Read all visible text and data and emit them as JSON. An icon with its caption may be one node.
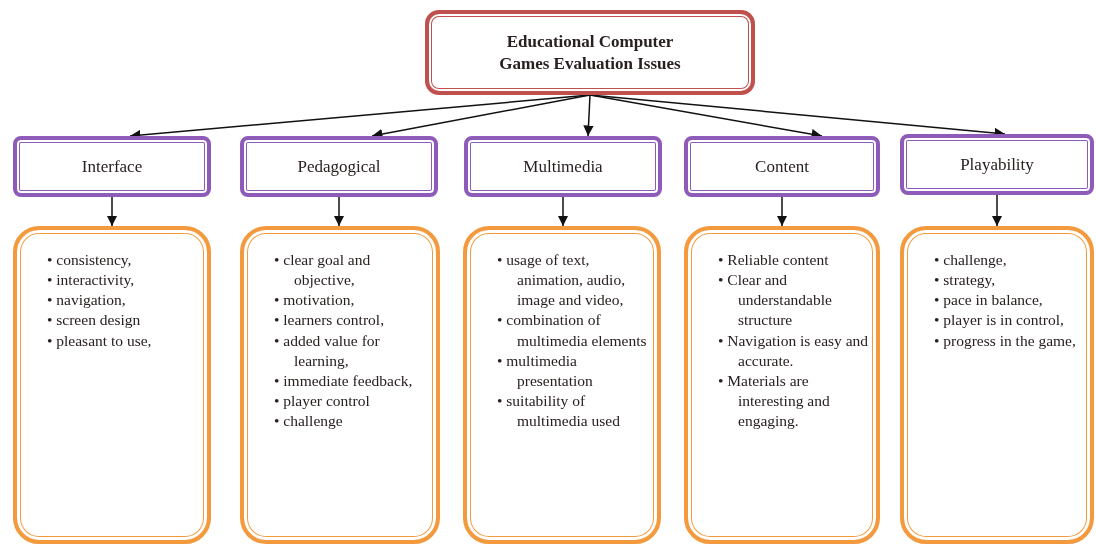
{
  "diagram": {
    "nodes": [
      {
        "text": [
          "Educational Computer Games Evaluation Issues"
        ]
      },
      {
        "text": [
          "Interface"
        ]
      },
      {
        "text": [
          "Pedagogical"
        ]
      },
      {
        "text": [
          "Multimedia"
        ]
      },
      {
        "text": [
          "Content"
        ]
      },
      {
        "text": [
          "Playability"
        ]
      },
      {
        "text": [
          "• consistency,",
          "• interactivity,",
          "• navigation,",
          "• screen design",
          "• pleasant to use,"
        ]
      },
      {
        "text": [
          "• clear goal and objective,",
          "• motivation,",
          "• learners control,",
          "• added value for learning,",
          "• immediate feedback,",
          "• player control",
          "• challenge"
        ]
      },
      {
        "text": [
          "• usage of text, animation, audio, image and video,",
          "• combination of multimedia elements",
          "• multimedia presentation",
          "• suitability of multimedia used"
        ]
      },
      {
        "text": [
          "• Reliable content",
          "• Clear and understandable structure",
          "• Navigation is easy and accurate.",
          "• Materials are interesting and engaging."
        ]
      },
      {
        "text": [
          "• challenge,",
          "• strategy,",
          "• pace in balance,",
          "• player is in control,",
          "• progress in the game,"
        ]
      }
    ],
    "edges": [
      {
        "from": 0,
        "to": 1,
        "arrow": "to"
      },
      {
        "from": 0,
        "to": 2,
        "arrow": "to"
      },
      {
        "from": 0,
        "to": 3,
        "arrow": "to"
      },
      {
        "from": 0,
        "to": 4,
        "arrow": "to"
      },
      {
        "from": 0,
        "to": 5,
        "arrow": "to"
      },
      {
        "from": 1,
        "to": 6,
        "arrow": "to"
      },
      {
        "from": 2,
        "to": 7,
        "arrow": "to"
      },
      {
        "from": 3,
        "to": 8,
        "arrow": "to"
      },
      {
        "from": 4,
        "to": 9,
        "arrow": "to"
      },
      {
        "from": 5,
        "to": 10,
        "arrow": "to"
      }
    ]
  }
}
